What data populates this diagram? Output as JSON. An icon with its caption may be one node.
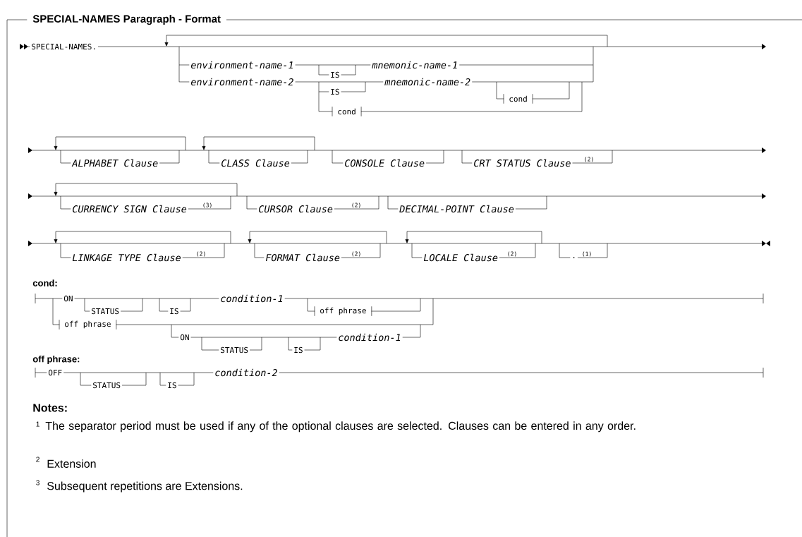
{
  "diagram": {
    "title": "SPECIAL-NAMES Paragraph - Format",
    "labels": [
      "SPECIAL-NAMES.",
      "environment-name-1",
      "IS",
      "mnemonic-name-1",
      "environment-name-2",
      "IS",
      "mnemonic-name-2",
      "cond",
      "cond",
      "ALPHABET Clause",
      "CLASS Clause",
      "CONSOLE Clause",
      "CRT STATUS Clause",
      "(2)",
      "CURRENCY SIGN Clause",
      "(3)",
      "CURSOR Clause",
      "(2)",
      "DECIMAL-POINT Clause",
      "LINKAGE TYPE Clause",
      "(2)",
      "FORMAT Clause",
      "(2)",
      "LOCALE Clause",
      "(2)",
      ".",
      "(1)",
      "cond:",
      "ON",
      "STATUS",
      "IS",
      "condition-1",
      "off phrase",
      "off phrase",
      "ON",
      "STATUS",
      "IS",
      "condition-1",
      "off phrase:",
      "OFF",
      "STATUS",
      "IS",
      "condition-2",
      "Notes:",
      "1",
      "The separator period must be used if any of the optional clauses are selected. Clauses can be entered in any order.",
      "2",
      "Extension",
      "3",
      "Subsequent repetitions are Extensions."
    ]
  }
}
